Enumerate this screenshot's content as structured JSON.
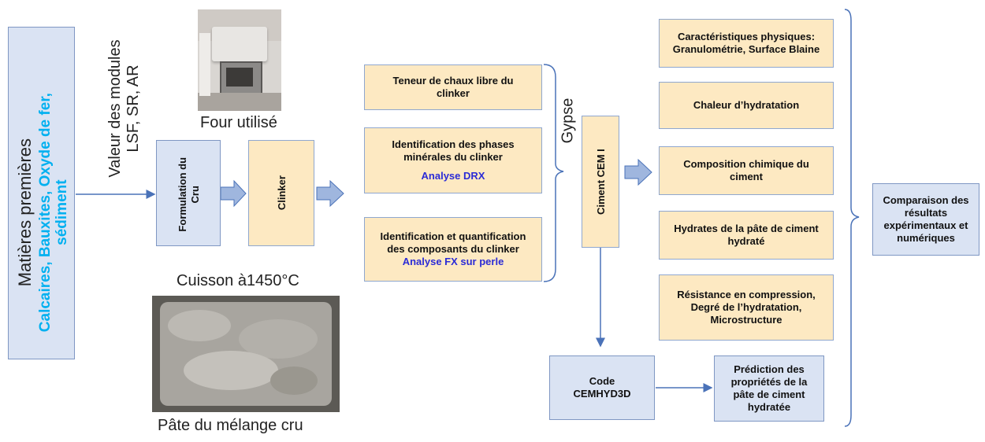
{
  "raw_materials": {
    "line1": "Matières premières",
    "line2a": "Calcaires, Bauxites, Oxyde de fer,",
    "line2b": "sédiment",
    "highlight_color": "#00b0f0"
  },
  "modules": {
    "line1": "Valeur des modules",
    "line2": "LSF, SR, AR"
  },
  "furnace_caption": "Four utilisé",
  "formulation": {
    "line1": "Formulation du",
    "line2": "Cru"
  },
  "clinker": "Clinker",
  "firing_label": "Cuisson à1450°C",
  "paste_caption": "Pâte du mélange cru",
  "free_lime": "Teneur de chaux libre du clinker",
  "mineral_phases": {
    "title": "Identification des phases minérales du clinker",
    "method": "Analyse DRX"
  },
  "components": {
    "title": "Identification et quantification des composants du clinker",
    "method": "Analyse FX sur perle"
  },
  "gypse": "Gypse",
  "cement": "Ciment CEM I",
  "properties": [
    "Caractéristiques physiques: Granulométrie, Surface Blaine",
    "Chaleur d’hydratation",
    "Composition chimique du ciment",
    "Hydrates de la pâte de ciment hydraté",
    "Résistance en compression, Degré de l’hydratation, Microstructure"
  ],
  "code": {
    "line1": "Code",
    "line2": "CEMHYD3D"
  },
  "prediction": "Prédiction des propriétés de la pâte de ciment hydratée",
  "comparison": "Comparaison des résultats expérimentaux et numériques",
  "colors": {
    "beige": "#fde9c2",
    "blue_box": "#dae3f3",
    "arrow_fill": "#9fb6de",
    "line": "#4a72b8"
  }
}
